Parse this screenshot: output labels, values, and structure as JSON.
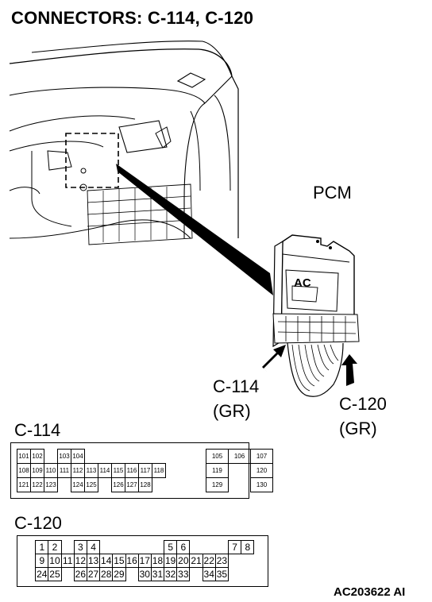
{
  "title": "CONNECTORS: C-114, C-120",
  "labels": {
    "pcm": "PCM",
    "ac": "AC",
    "c114_line1": "C-114",
    "c114_line2": "(GR)",
    "c120_line1": "C-120",
    "c120_line2": "(GR)"
  },
  "c114": {
    "label": "C-114",
    "rows": [
      [
        "101",
        "102",
        "",
        "103",
        "104",
        "",
        "",
        "",
        "",
        "",
        "",
        "",
        "",
        "105",
        "106",
        "107"
      ],
      [
        "108",
        "109",
        "110",
        "111",
        "112",
        "113",
        "114",
        "115",
        "116",
        "117",
        "118",
        "119",
        "120"
      ],
      [
        "121",
        "122",
        "123",
        "",
        "124",
        "125",
        "",
        "126",
        "127",
        "128",
        "",
        "129",
        "130"
      ]
    ]
  },
  "c120": {
    "label": "C-120",
    "rows": [
      [
        "1",
        "2",
        "",
        "3",
        "4",
        "",
        "",
        "",
        "",
        "",
        "5",
        "6",
        "",
        "7",
        "8"
      ],
      [
        "9",
        "10",
        "11",
        "12",
        "13",
        "14",
        "15",
        "16",
        "17",
        "18",
        "19",
        "20",
        "21",
        "22",
        "23"
      ],
      [
        "24",
        "25",
        "",
        "26",
        "27",
        "28",
        "29",
        "",
        "30",
        "31",
        "32",
        "33",
        "",
        "34",
        "35"
      ]
    ]
  },
  "reference": "AC203622 AI"
}
